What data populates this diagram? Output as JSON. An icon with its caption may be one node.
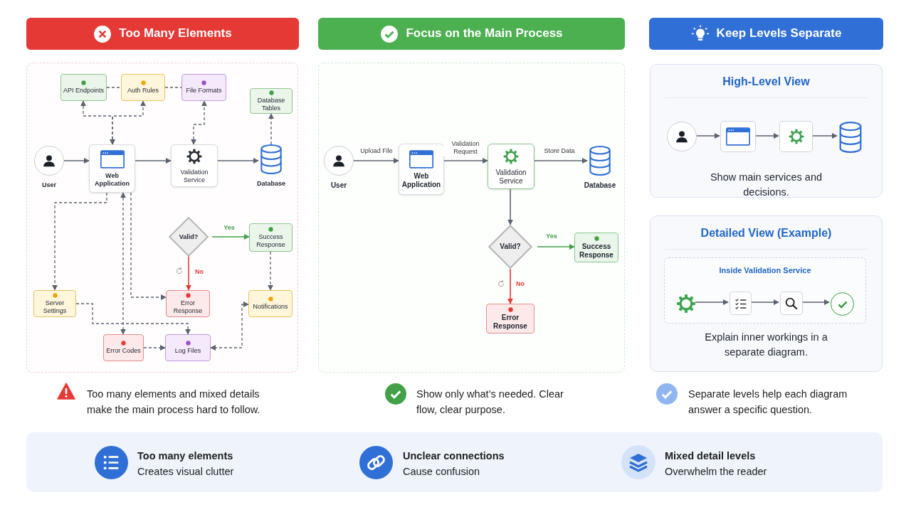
{
  "diagram": {
    "nodes": [
      {
        "text": [
          "Too Many Elements"
        ]
      },
      {
        "text": [
          "Focus on the Main Process"
        ]
      },
      {
        "text": [
          "Keep Levels Separate"
        ]
      },
      {
        "text": [
          "API Endpoints"
        ]
      },
      {
        "text": [
          "Auth Rules"
        ]
      },
      {
        "text": [
          "File Formats"
        ]
      },
      {
        "text": [
          "Database Tables"
        ]
      },
      {
        "text": [
          "User"
        ]
      },
      {
        "text": [
          "Web Application"
        ]
      },
      {
        "text": [
          "Validation Service"
        ]
      },
      {
        "text": [
          "Database"
        ]
      },
      {
        "text": [
          "Valid?"
        ]
      },
      {
        "text": [
          "Success Response"
        ]
      },
      {
        "text": [
          "Server Settings"
        ]
      },
      {
        "text": [
          "Error Response"
        ]
      },
      {
        "text": [
          "Notifications"
        ]
      },
      {
        "text": [
          "Error Codes"
        ]
      },
      {
        "text": [
          "Log Files"
        ]
      },
      {
        "text": [
          "User"
        ]
      },
      {
        "text": [
          "Web Application"
        ]
      },
      {
        "text": [
          "Validation Service"
        ]
      },
      {
        "text": [
          "Database"
        ]
      },
      {
        "text": [
          "Valid?"
        ]
      },
      {
        "text": [
          "Success Response"
        ]
      },
      {
        "text": [
          "Error Response"
        ]
      },
      {
        "text": [
          "High-Level View",
          "Show main services and decisions."
        ]
      },
      {
        "text": [],
        "shape": "circle",
        "in": 25
      },
      {
        "text": [],
        "shape": "box",
        "in": 25
      },
      {
        "text": [],
        "shape": "box",
        "in": 25
      },
      {
        "text": [],
        "shape": "cylinder",
        "in": 25
      },
      {
        "text": [
          "Detailed View (Example)",
          "Explain inner workings in a separate diagram."
        ]
      },
      {
        "text": [
          "Inside Validation Service"
        ],
        "in": 30
      },
      {
        "text": [],
        "shape": "gear",
        "in": 31
      },
      {
        "text": [],
        "shape": "box",
        "in": 31
      },
      {
        "text": [],
        "shape": "box",
        "in": 31
      },
      {
        "text": [],
        "shape": "circle",
        "in": 31
      }
    ],
    "edges": [
      {
        "from": 3,
        "to": 4,
        "arrow": "none",
        "style": "dashed"
      },
      {
        "from": 4,
        "to": 5,
        "arrow": "none",
        "style": "dashed"
      },
      {
        "from": 8,
        "to": 3,
        "arrow": "both",
        "style": "dashed"
      },
      {
        "from": 8,
        "to": 4,
        "arrow": "both",
        "style": "dashed"
      },
      {
        "from": 9,
        "to": 5,
        "arrow": "both",
        "style": "dashed"
      },
      {
        "from": 10,
        "to": 6,
        "arrow": "to",
        "style": "dashed"
      },
      {
        "from": 7,
        "to": 8,
        "arrow": "to"
      },
      {
        "from": 8,
        "to": 9,
        "arrow": "to"
      },
      {
        "from": 9,
        "to": 10,
        "arrow": "to"
      },
      {
        "from": 11,
        "to": 12,
        "arrow": "to",
        "label": "Yes",
        "color": "#43a047"
      },
      {
        "from": 11,
        "to": 14,
        "arrow": "to",
        "label": "No",
        "color": "#e53935"
      },
      {
        "from": 12,
        "to": 15,
        "arrow": "to",
        "style": "dashed"
      },
      {
        "from": 16,
        "to": 17,
        "arrow": "to",
        "style": "dashed"
      },
      {
        "from": 15,
        "to": 17,
        "arrow": "both",
        "style": "dashed"
      },
      {
        "from": 8,
        "to": 13,
        "arrow": "to",
        "style": "dashed"
      },
      {
        "from": 13,
        "to": 17,
        "arrow": "to",
        "style": "dashed"
      },
      {
        "from": 8,
        "to": 16,
        "arrow": "both",
        "style": "dashed"
      },
      {
        "from": 8,
        "to": 14,
        "arrow": "to",
        "style": "dashed"
      },
      {
        "from": 18,
        "to": 19,
        "arrow": "to",
        "label": "Upload File"
      },
      {
        "from": 19,
        "to": 20,
        "arrow": "to",
        "label": "Validation Request"
      },
      {
        "from": 20,
        "to": 21,
        "arrow": "to",
        "label": "Store Data"
      },
      {
        "from": 20,
        "to": 22,
        "arrow": "to"
      },
      {
        "from": 22,
        "to": 23,
        "arrow": "to",
        "label": "Yes",
        "color": "#43a047"
      },
      {
        "from": 22,
        "to": 24,
        "arrow": "to",
        "label": "No",
        "color": "#e53935"
      },
      {
        "from": 26,
        "to": 27,
        "arrow": "to"
      },
      {
        "from": 27,
        "to": 28,
        "arrow": "to"
      },
      {
        "from": 28,
        "to": 29,
        "arrow": "to"
      },
      {
        "from": 32,
        "to": 33,
        "arrow": "to"
      },
      {
        "from": 33,
        "to": 34,
        "arrow": "to"
      },
      {
        "from": 34,
        "to": 35,
        "arrow": "to"
      }
    ],
    "labels": [
      "Too many elements and mixed details make the main process hard to follow.",
      "Show only what’s needed. Clear flow, clear purpose.",
      "Separate levels help each diagram answer a specific question.",
      "Too many elements",
      "Creates visual clutter",
      "Unclear connections",
      "Cause confusion",
      "Mixed detail levels",
      "Overwhelm the reader"
    ]
  }
}
